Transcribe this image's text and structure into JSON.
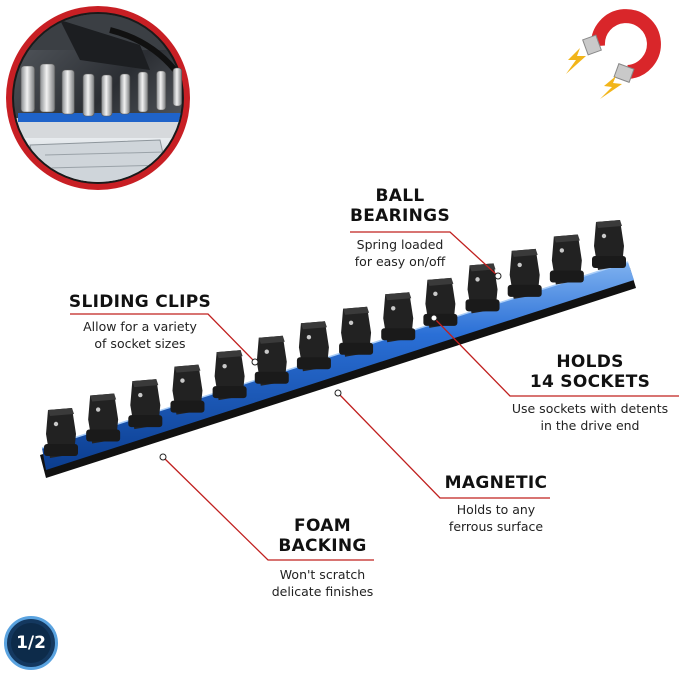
{
  "callouts": {
    "ball_bearings": {
      "title": "BALL\nBEARINGS",
      "desc": "Spring loaded\nfor easy on/off"
    },
    "sliding_clips": {
      "title": "SLIDING CLIPS",
      "desc": "Allow for a variety\nof socket sizes"
    },
    "holds_sockets": {
      "title": "HOLDS\n14 SOCKETS",
      "desc": "Use sockets with detents\nin the drive end"
    },
    "magnetic": {
      "title": "MAGNETIC",
      "desc": "Holds to any\nferrous surface"
    },
    "foam_backing": {
      "title": "FOAM\nBACKING",
      "desc": "Won't scratch\ndelicate finishes"
    }
  },
  "badge": {
    "label": "1/2"
  },
  "product": {
    "clip_count": 14
  },
  "colors": {
    "rail_blue": "#1f63c9",
    "callout_red": "#c0201f",
    "badge_navy": "#14385f",
    "magnet_red": "#d9262a"
  },
  "icons": [
    "magnet-icon",
    "lightning-icon",
    "badge-icon"
  ]
}
